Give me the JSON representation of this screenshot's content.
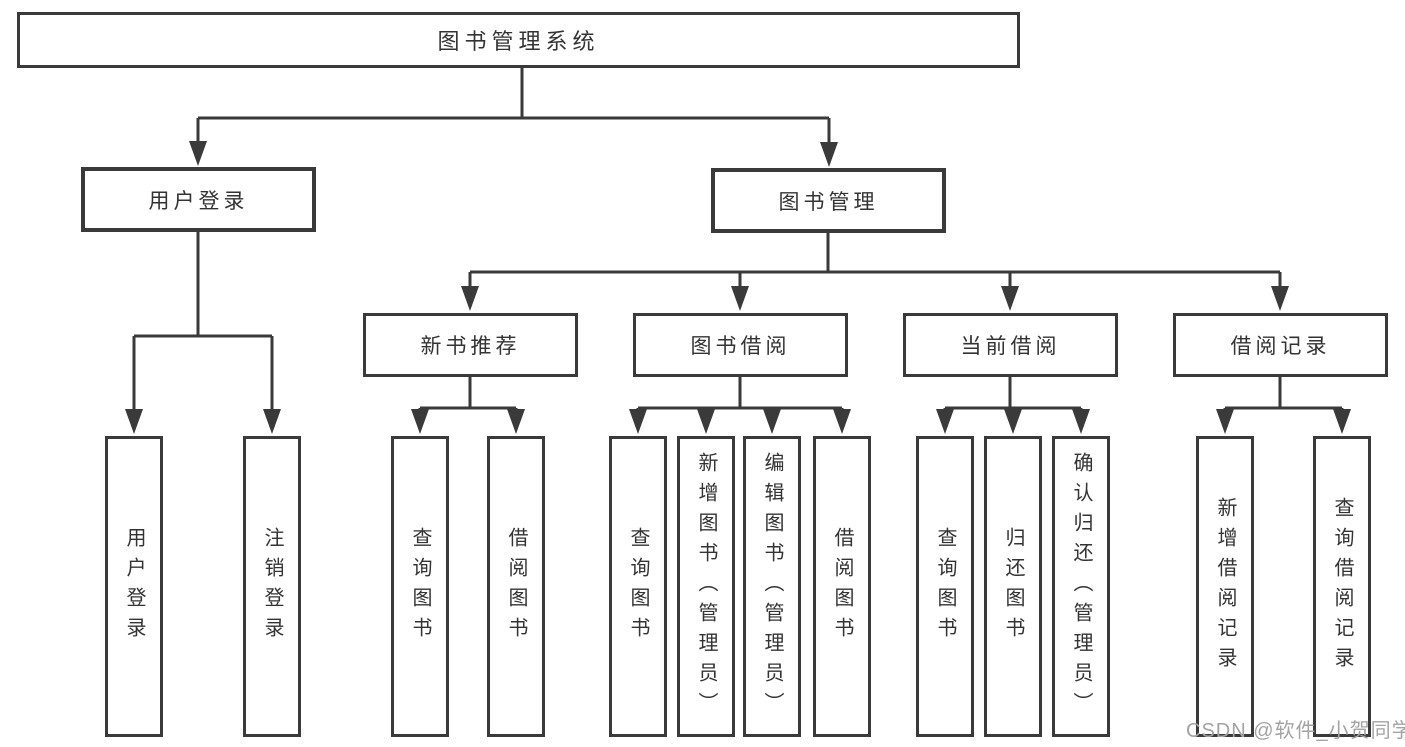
{
  "colors": {
    "line": "#3a3a3a",
    "text": "#333333",
    "watermark": "#a3a3a3",
    "background": "#ffffff"
  },
  "watermark": {
    "text": "CSDN @软件_小贺同学"
  },
  "tree": {
    "label": "图书管理系统",
    "children": [
      {
        "label": "用户登录",
        "children": [
          {
            "label": "用户登录"
          },
          {
            "label": "注销登录"
          }
        ]
      },
      {
        "label": "图书管理",
        "children": [
          {
            "label": "新书推荐",
            "children": [
              {
                "label": "查询图书"
              },
              {
                "label": "借阅图书"
              }
            ]
          },
          {
            "label": "图书借阅",
            "children": [
              {
                "label": "查询图书"
              },
              {
                "label": "新增图书（管理员）"
              },
              {
                "label": "编辑图书（管理员）"
              },
              {
                "label": "借阅图书"
              }
            ]
          },
          {
            "label": "当前借阅",
            "children": [
              {
                "label": "查询图书"
              },
              {
                "label": "归还图书"
              },
              {
                "label": "确认归还（管理员）"
              }
            ]
          },
          {
            "label": "借阅记录",
            "children": [
              {
                "label": "新增借阅记录"
              },
              {
                "label": "查询借阅记录"
              }
            ]
          }
        ]
      }
    ]
  }
}
